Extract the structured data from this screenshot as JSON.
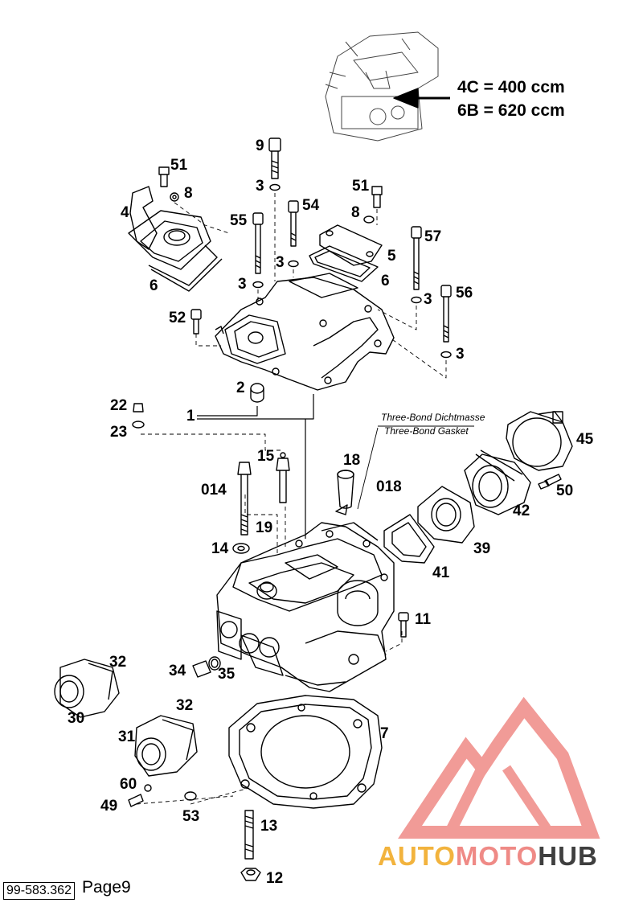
{
  "header_specs": {
    "line1": "4C = 400 ccm",
    "line2": "6B = 620 ccm"
  },
  "note": {
    "line1": "Three-Bond Dichtmasse",
    "line2": "Three-Bond Gasket"
  },
  "callouts": {
    "n9": "9",
    "n3a": "3",
    "n51a": "51",
    "n8a": "8",
    "n4": "4",
    "n6a": "6",
    "n55": "55",
    "n54": "54",
    "n3b": "3",
    "n3c": "3",
    "n51b": "51",
    "n8b": "8",
    "n5": "5",
    "n6b": "6",
    "n57": "57",
    "n3d": "3",
    "n56": "56",
    "n52": "52",
    "n3e": "3",
    "n2": "2",
    "n1": "1",
    "n22": "22",
    "n23": "23",
    "n18": "18",
    "n45": "45",
    "n15": "15",
    "n014": "014",
    "n018": "018",
    "n50": "50",
    "n42": "42",
    "n19": "19",
    "n14": "14",
    "n39": "39",
    "n41": "41",
    "n11": "11",
    "n32a": "32",
    "n34": "34",
    "n35": "35",
    "n30": "30",
    "n32b": "32",
    "n31": "31",
    "n7": "7",
    "n60": "60",
    "n49": "49",
    "n53": "53",
    "n13": "13",
    "n12": "12"
  },
  "footer": {
    "code": "99-583.362",
    "page": "Page9"
  },
  "watermark": {
    "part1": "AUTO",
    "part2": "MOTO",
    "part3": "HUB"
  },
  "colors": {
    "watermark_red": "#ef8a86",
    "watermark_yellow": "#f2b33d",
    "watermark_dark": "#3f3f3f"
  }
}
